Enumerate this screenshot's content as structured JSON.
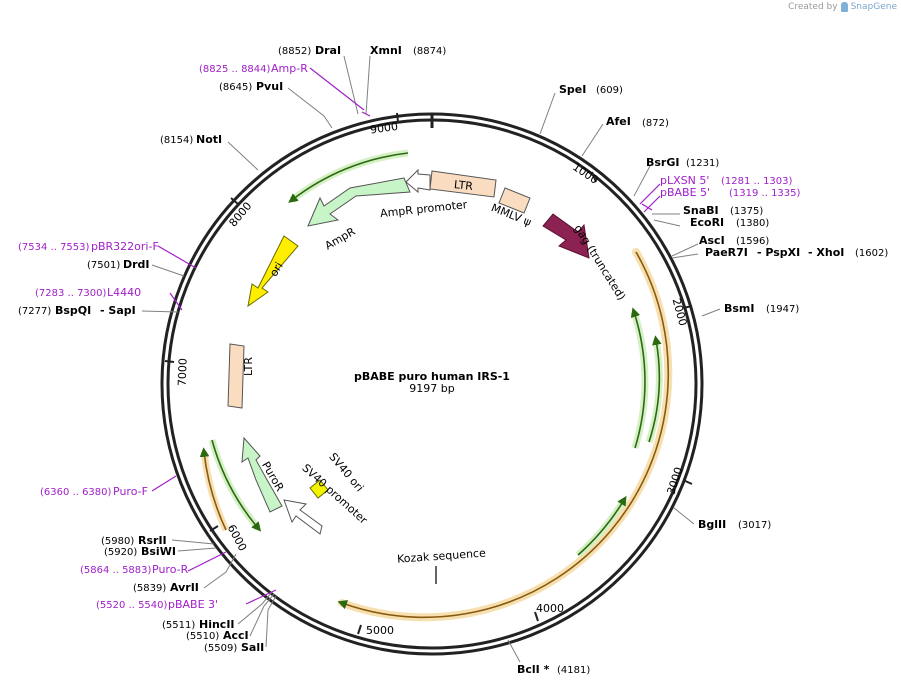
{
  "credit": {
    "prefix": "Created by",
    "brand": "SnapGene"
  },
  "plasmid": {
    "name": "pBABE puro human IRS-1",
    "size": "9197 bp"
  },
  "ticks": [
    "1000",
    "2000",
    "3000",
    "4000",
    "5000",
    "6000",
    "7000",
    "8000",
    "9000"
  ],
  "sites": [
    {
      "pos": "(8852)",
      "name": "DraI"
    },
    {
      "name": "XmnI",
      "pos": "(8874)"
    },
    {
      "pos": "(8645)",
      "name": "PvuI"
    },
    {
      "name": "SpeI",
      "pos": "(609)"
    },
    {
      "name": "AfeI",
      "pos": "(872)"
    },
    {
      "pos": "(8154)",
      "name": "NotI"
    },
    {
      "name": "BsrGI",
      "pos": "(1231)"
    },
    {
      "name": "SnaBI",
      "pos": "(1375)"
    },
    {
      "name": "EcoRI",
      "pos": "(1380)"
    },
    {
      "name": "AscI",
      "pos": "(1596)"
    },
    {
      "name": "PaeR7I",
      "name2": "- PspXI",
      "name3": "- XhoI",
      "pos": "(1602)"
    },
    {
      "pos": "(7501)",
      "name": "DrdI"
    },
    {
      "pos": "(7277)",
      "name": "BspQI",
      "name2": "- SapI"
    },
    {
      "name": "BsmI",
      "pos": "(1947)"
    },
    {
      "name": "BglII",
      "pos": "(3017)"
    },
    {
      "pos": "(5980)",
      "name": "RsrII"
    },
    {
      "pos": "(5920)",
      "name": "BsiWI"
    },
    {
      "pos": "(5839)",
      "name": "AvrII"
    },
    {
      "pos": "(5511)",
      "name": "HincII"
    },
    {
      "pos": "(5510)",
      "name": "AccI"
    },
    {
      "pos": "(5509)",
      "name": "SalI"
    },
    {
      "name": "BclI *",
      "pos": "(4181)"
    }
  ],
  "primers": [
    {
      "pos": "(8825 .. 8844)",
      "name": "Amp-R"
    },
    {
      "name": "pLXSN 5'",
      "pos": "(1281 .. 1303)"
    },
    {
      "name": "pBABE 5'",
      "pos": "(1319 .. 1335)"
    },
    {
      "pos": "(7534 .. 7553)",
      "name": "pBR322ori-F"
    },
    {
      "pos": "(7283 .. 7300)",
      "name": "L4440"
    },
    {
      "pos": "(6360 .. 6380)",
      "name": "Puro-F"
    },
    {
      "pos": "(5864 .. 5883)",
      "name": "Puro-R"
    },
    {
      "pos": "(5520 .. 5540)",
      "name": "pBABE 3'"
    }
  ],
  "features": {
    "ltr_top": "LTR",
    "ampr_promoter": "AmpR promoter",
    "mmlv_psi": "MMLV ψ",
    "gag": "gag (truncated)",
    "ampr": "AmpR",
    "ori": "ori",
    "ltr_left": "LTR",
    "puror": "PuroR",
    "sv40_ori": "SV40 ori",
    "sv40_promoter": "SV40 promoter",
    "kozak": "Kozak sequence"
  },
  "colors": {
    "backbone": "#222222",
    "ltr": "#fadcc0",
    "ampr": "#c8f5c8",
    "ori": "#ffee00",
    "gag": "#8b2252",
    "sv40ori": "#f3f300",
    "orf_orange": "#e8a020",
    "orf_green": "#5aa02c",
    "primer": "#a020c8"
  }
}
